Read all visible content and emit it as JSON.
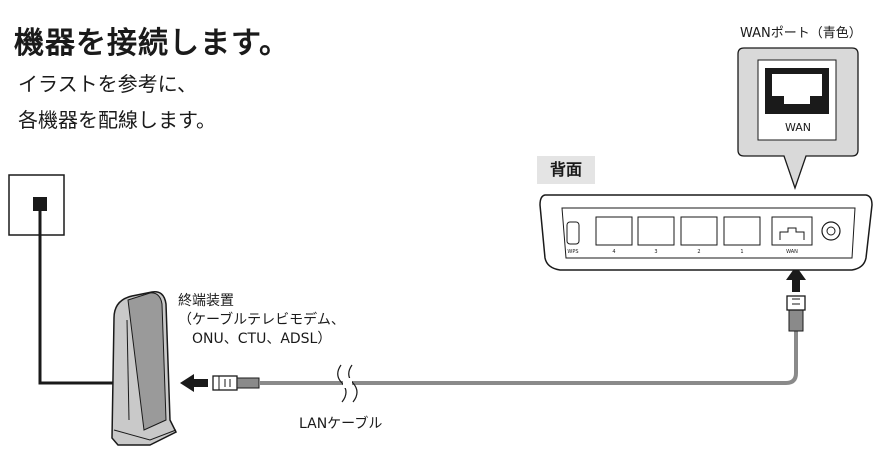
{
  "heading": "機器を接続します。",
  "instructions": [
    "イラストを参考に、",
    "各機器を配線します。"
  ],
  "wan_port_caption": "WANポート（青色）",
  "wan_port_label": "WAN",
  "back_panel_label": "背面",
  "router_ports": {
    "wps": "WPS",
    "lan": [
      "4",
      "3",
      "2",
      "1"
    ],
    "wan": "WAN"
  },
  "terminal_device": {
    "name": "終端装置",
    "examples_line1": "（ケーブルテレビモデム、",
    "examples_line2": "ONU、CTU、ADSL）"
  },
  "cable_label": "LANケーブル",
  "colors": {
    "label_bg": "#e4e4e4",
    "cable": "#8a8a8a",
    "outline": "#1a1a1a",
    "device_gray": "#9a9a9a"
  }
}
